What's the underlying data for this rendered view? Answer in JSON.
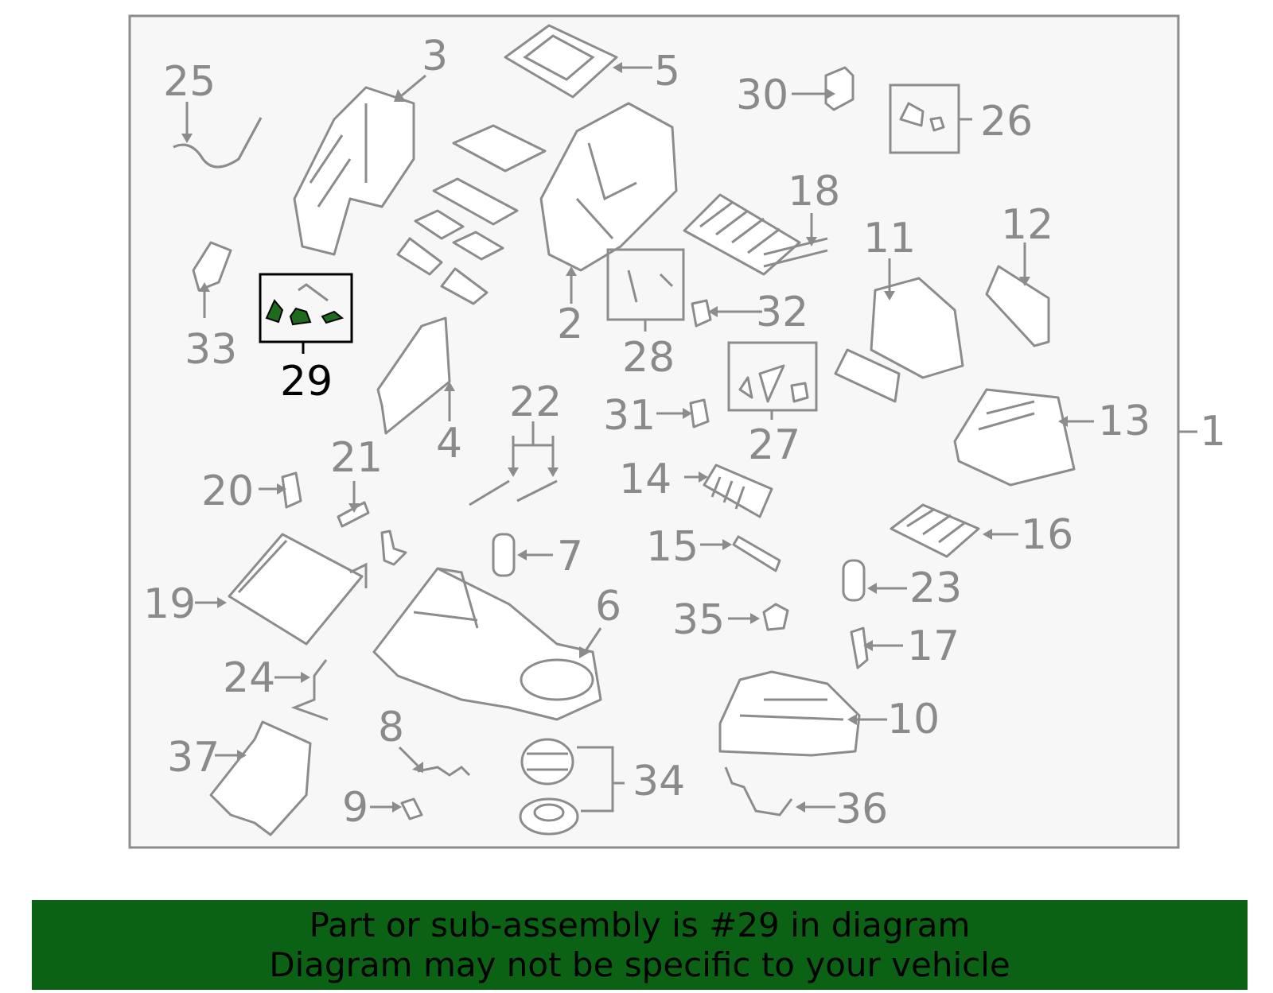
{
  "diagram": {
    "background": "#f7f7f7",
    "frame_color": "#8c8c8c",
    "highlight_color": "#1e6b1e",
    "selected_callout": "29",
    "callouts": [
      "1",
      "2",
      "3",
      "4",
      "5",
      "6",
      "7",
      "8",
      "9",
      "10",
      "11",
      "12",
      "13",
      "14",
      "15",
      "16",
      "17",
      "18",
      "19",
      "20",
      "21",
      "22",
      "23",
      "24",
      "25",
      "26",
      "27",
      "28",
      "29",
      "30",
      "31",
      "32",
      "33",
      "34",
      "35",
      "36",
      "37"
    ]
  },
  "banner": {
    "color": "#0b6214",
    "line1": "Part or sub-assembly is #29 in diagram",
    "line2": "Diagram may not be specific to your vehicle"
  }
}
